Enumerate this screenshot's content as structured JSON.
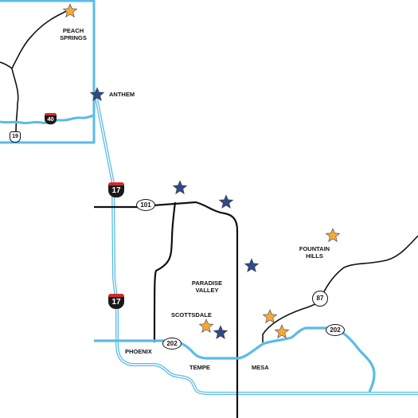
{
  "colors": {
    "highway": "#5bbbe8",
    "road": "#111111",
    "star_orange": "#f5a83c",
    "star_navy": "#2e4a86",
    "background": "#ffffff"
  },
  "places": {
    "peach_springs": [
      "PEACH",
      "SPRINGS"
    ],
    "anthem": "ANTHEM",
    "paradise_valley": [
      "PARADISE",
      "VALLEY"
    ],
    "scottsdale": "SCOTTSDALE",
    "fountain_hills": [
      "FOUNTAIN",
      "HILLS"
    ],
    "phoenix": "PHOENIX",
    "tempe": "TEMPE",
    "mesa": "MESA"
  },
  "route_shields": {
    "i40": "40",
    "us19": "19",
    "i17_north": "17",
    "i17_south": "17",
    "r101": "101",
    "r202_west": "202",
    "r202_east": "202",
    "r87": "87"
  },
  "markers": [
    {
      "name": "star-peach-springs",
      "color": "orange"
    },
    {
      "name": "star-anthem",
      "color": "navy"
    },
    {
      "name": "star-north-101-a",
      "color": "navy"
    },
    {
      "name": "star-north-101-b",
      "color": "navy"
    },
    {
      "name": "star-fountain-hills",
      "color": "orange"
    },
    {
      "name": "star-east-paradise",
      "color": "navy"
    },
    {
      "name": "star-scottsdale-orange",
      "color": "orange"
    },
    {
      "name": "star-scottsdale-navy",
      "color": "navy"
    },
    {
      "name": "star-mesa-north",
      "color": "orange"
    },
    {
      "name": "star-mesa-south",
      "color": "orange"
    }
  ]
}
